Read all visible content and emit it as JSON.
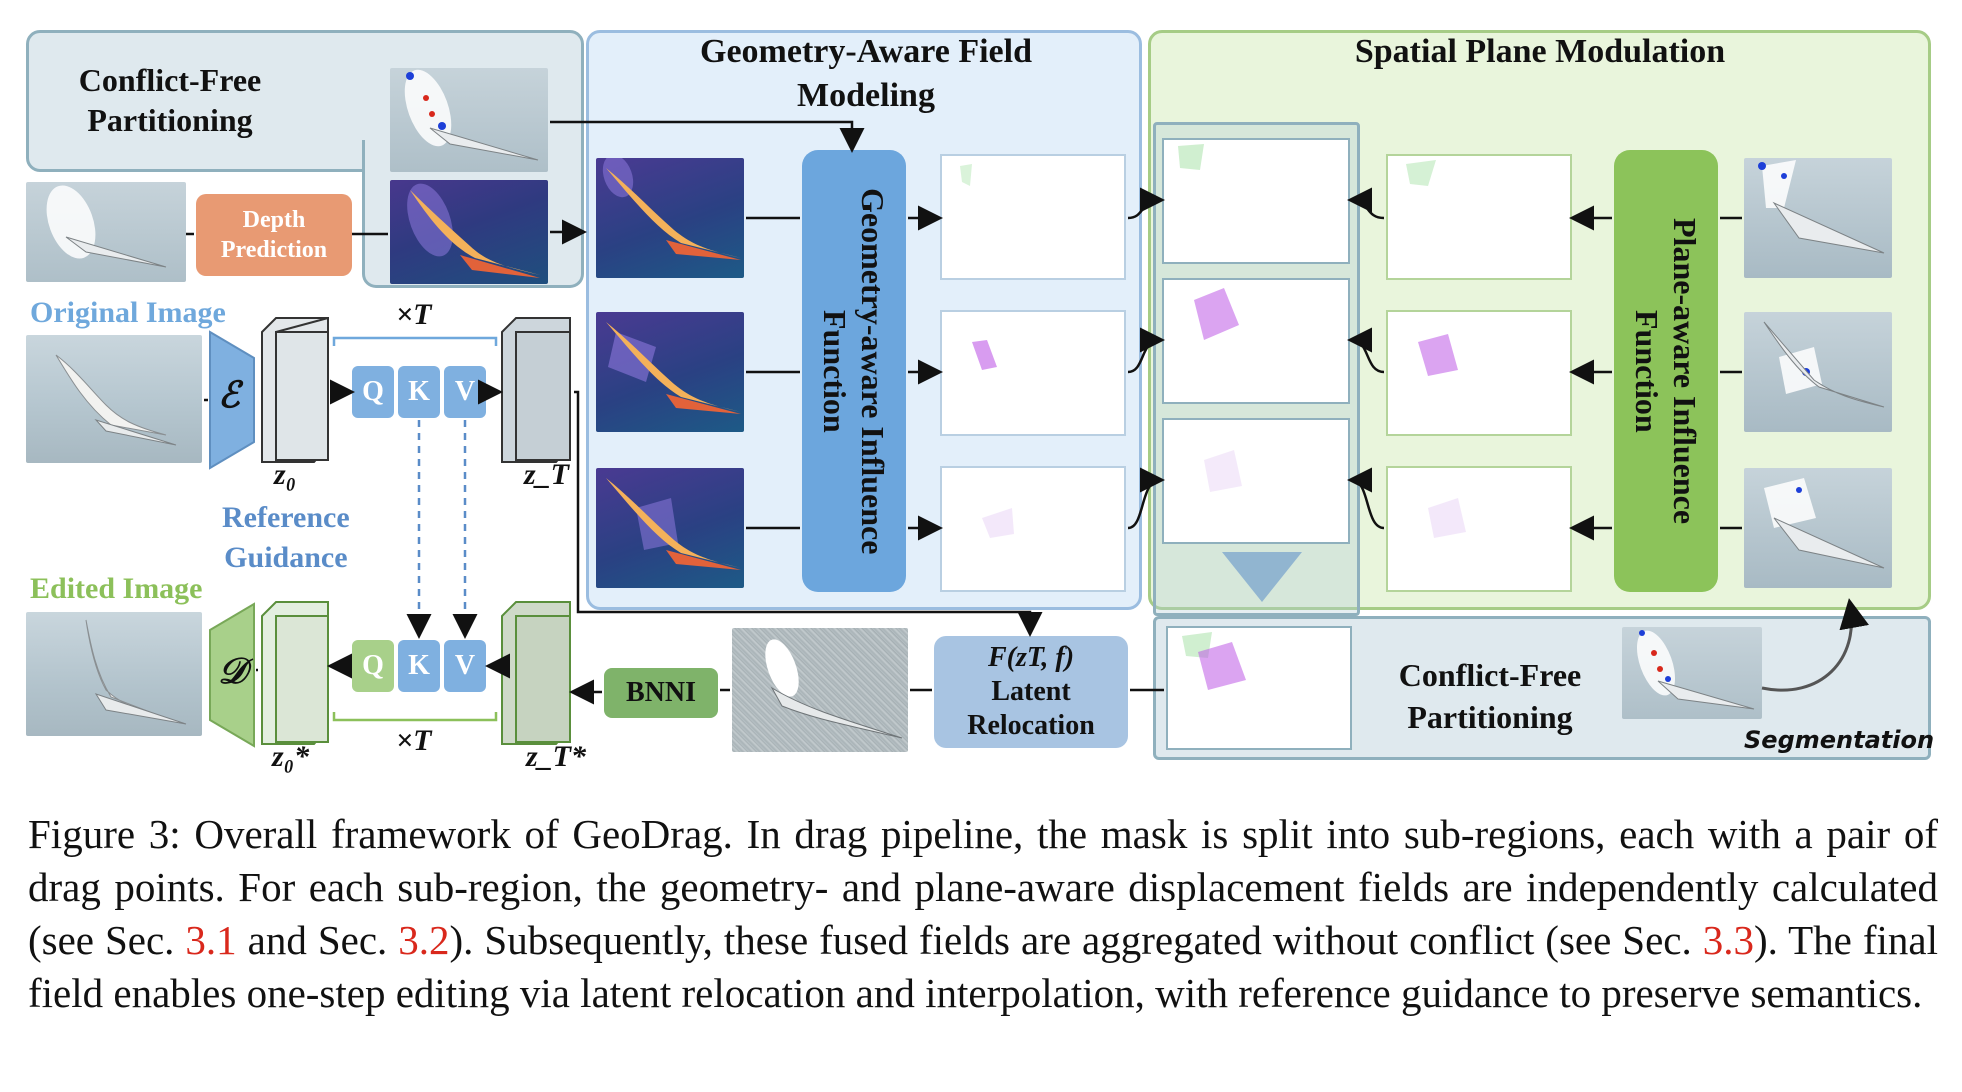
{
  "colors": {
    "panel_blue_fill": "#e3effa",
    "panel_blue_border": "#9bbde0",
    "panel_green_fill": "#e9f5dc",
    "panel_green_border": "#a6cc86",
    "panel_gray_fill": "#dfe9ee",
    "panel_gray_border": "#8fb0bd",
    "original_label": "#6fa8dc",
    "edited_label": "#8cc05a",
    "depth_box": "#e89a73",
    "geometry_fn_box": "#6ca6dd",
    "plane_fn_box": "#8cc35a",
    "latent_box": "#a8c4e2",
    "bnni_box": "#7fb36a",
    "ref_red": "#d9281c"
  },
  "panels": {
    "conflict_free_top": {
      "title": "Conflict-Free Partitioning"
    },
    "geometry": {
      "title_line1": "Geometry-Aware Field",
      "title_line2": "Modeling"
    },
    "spatial": {
      "title": "Spatial Plane Modulation"
    },
    "conflict_free_bottom": {
      "title": "Conflict-Free Partitioning"
    }
  },
  "blocks": {
    "depth_prediction": "Depth Prediction",
    "geometry_fn": "Geometry-aware Influence Function",
    "plane_fn": "Plane-aware Influence Function",
    "bnni": "BNNI",
    "latent_formula": "F(zT, f)",
    "latent_line1": "Latent",
    "latent_line2": "Relocation"
  },
  "labels": {
    "original_image": "Original Image",
    "edited_image": "Edited Image",
    "reference_guidance_line1": "Reference",
    "reference_guidance_line2": "Guidance",
    "segmentation": "Segmentation",
    "encoder": "ℰ",
    "decoder": "𝒟",
    "times_t_top": "×T",
    "times_t_bottom": "×T",
    "z0": "z₀",
    "zT": "z_T",
    "z0_star": "z₀*",
    "zT_star": "z_T*",
    "q": "Q",
    "k": "K",
    "v": "V"
  },
  "caption": {
    "part1": "Figure 3:  Overall framework of GeoDrag.  In drag pipeline, the mask is split into sub-regions, each with a pair of drag points. For each sub-region, the geometry- and plane-aware displacement fields are independently calculated (see Sec. ",
    "ref1": "3.1",
    "part2": " and Sec. ",
    "ref2": "3.2",
    "part3": ").  Subsequently, these fused fields are aggregated without conflict (see Sec. ",
    "ref3": "3.3",
    "part4": ").  The final field enables one-step editing via latent relocation and interpolation, with reference guidance to preserve semantics."
  }
}
